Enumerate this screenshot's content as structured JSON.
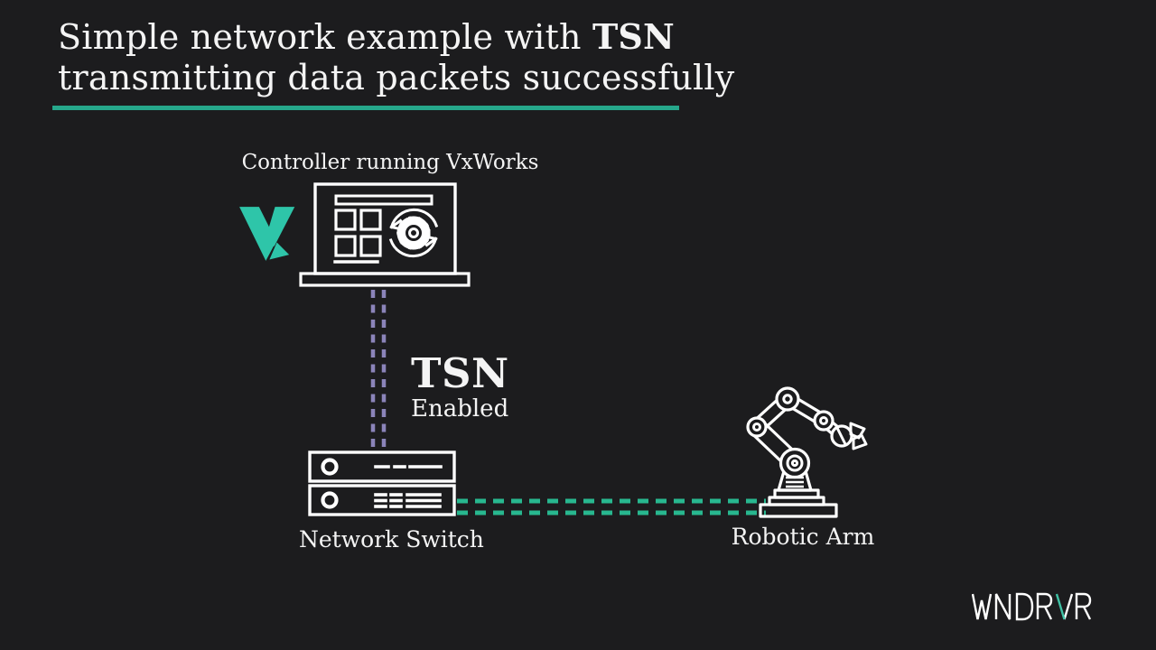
{
  "colors": {
    "background": "#1c1c1e",
    "text_primary": "#f4f4f4",
    "title_underline": "#26a78b",
    "vxworks_logo_teal": "#2ec5a9",
    "link_vertical_purple": "#8b84ba",
    "link_horizontal_teal": "#28b78f",
    "brand_accent_teal": "#3fc1a4",
    "icon_stroke": "#ffffff"
  },
  "title": {
    "line1_regular": "Simple network example with ",
    "line1_bold": "TSN",
    "line2": "transmitting data packets successfully"
  },
  "diagram": {
    "controller_label": "Controller running VxWorks",
    "switch_label": "Network Switch",
    "robot_label": "Robotic Arm",
    "link_label_title": "TSN",
    "link_label_subtitle": "Enabled"
  },
  "footer": {
    "brand": "WNDRVR"
  }
}
